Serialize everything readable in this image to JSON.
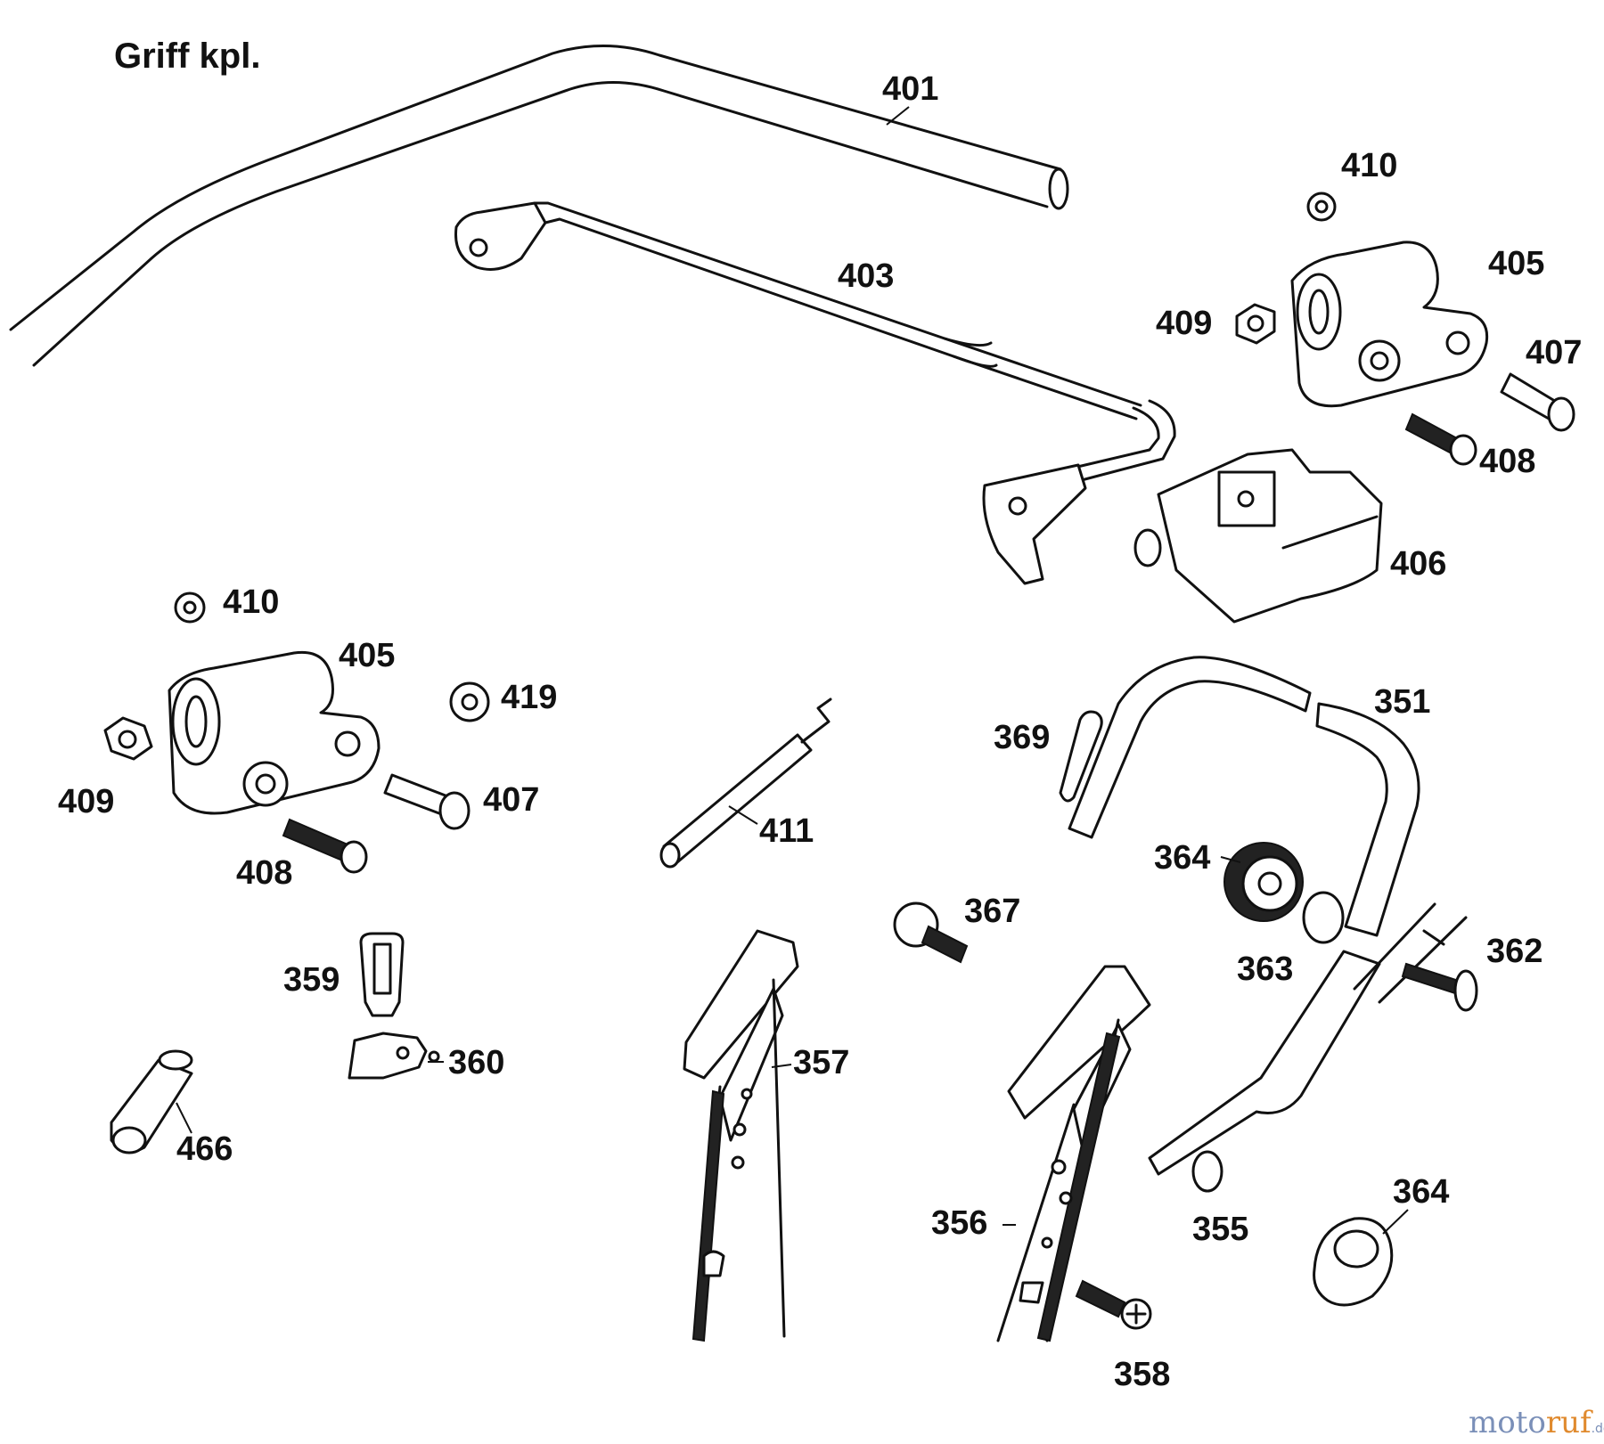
{
  "title": "Griff kpl.",
  "labels": {
    "p401": "401",
    "p403": "403",
    "p410a": "410",
    "p405a": "405",
    "p409a": "409",
    "p407a": "407",
    "p408a": "408",
    "p406": "406",
    "p410b": "410",
    "p405b": "405",
    "p419": "419",
    "p409b": "409",
    "p407b": "407",
    "p408b": "408",
    "p411": "411",
    "p369": "369",
    "p351": "351",
    "p364a": "364",
    "p367": "367",
    "p363": "363",
    "p362": "362",
    "p359": "359",
    "p360": "360",
    "p357": "357",
    "p466": "466",
    "p356": "356",
    "p355": "355",
    "p364b": "364",
    "p358": "358"
  },
  "watermark": {
    "part_a": "moto",
    "part_b": "ruf",
    "suffix": ".de"
  }
}
